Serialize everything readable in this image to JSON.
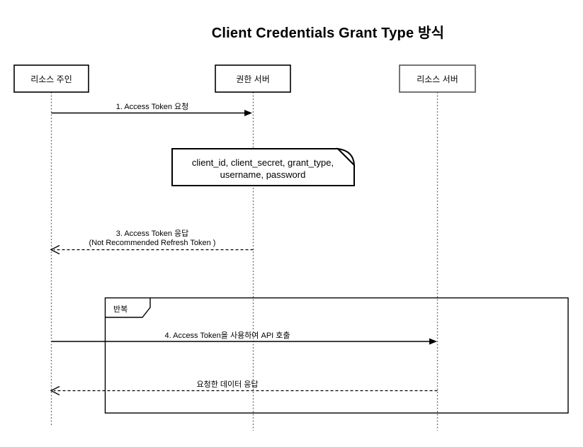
{
  "diagram": {
    "title": "Client Credentials Grant Type 방식",
    "actors": [
      {
        "label": "리소스 주인"
      },
      {
        "label": "권한 서버"
      },
      {
        "label": "리소스 서버"
      }
    ],
    "messages": [
      {
        "label": "1. Access Token 요청",
        "style": "solid-filled-arrow"
      },
      {
        "label_line1": "3. Access Token 응답",
        "label_line2": "(Not Recommended Refresh Token )",
        "style": "dashed-open-arrow"
      },
      {
        "label": "4. Access Token을 사용하여 API 호출",
        "style": "solid-filled-arrow"
      },
      {
        "label": "요청한 데이터 응답",
        "style": "dashed-open-arrow"
      }
    ],
    "note": {
      "line1": "client_id, client_secret, grant_type,",
      "line2": "username, password"
    },
    "loop_frame": {
      "label": "반복"
    },
    "colors": {
      "stroke": "#000000",
      "background": "#ffffff",
      "resource-server-stroke": "#666666",
      "lifeline": "#777777"
    }
  }
}
